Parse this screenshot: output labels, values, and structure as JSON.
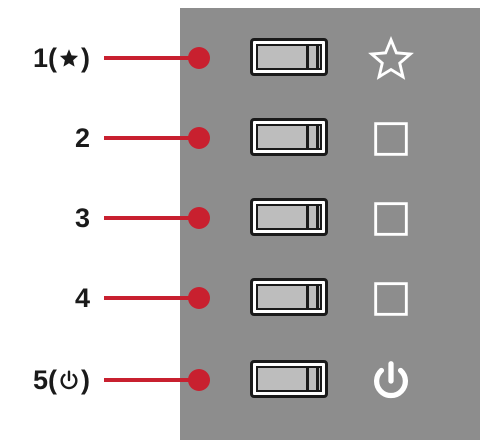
{
  "buttons": [
    {
      "label_text": "1",
      "label_symbol": "star-icon",
      "symbol": "star-icon"
    },
    {
      "label_text": "2",
      "label_symbol": "",
      "symbol": "square-icon"
    },
    {
      "label_text": "3",
      "label_symbol": "",
      "symbol": "square-icon"
    },
    {
      "label_text": "4",
      "label_symbol": "",
      "symbol": "square-icon"
    },
    {
      "label_text": "5",
      "label_symbol": "power-icon",
      "symbol": "power-icon"
    }
  ],
  "colors": {
    "panel": "#8d8d8d",
    "leader": "#c8202f",
    "label": "#1a1a1a",
    "symbol": "#ffffff",
    "switch_fill": "#bdbdbd"
  }
}
